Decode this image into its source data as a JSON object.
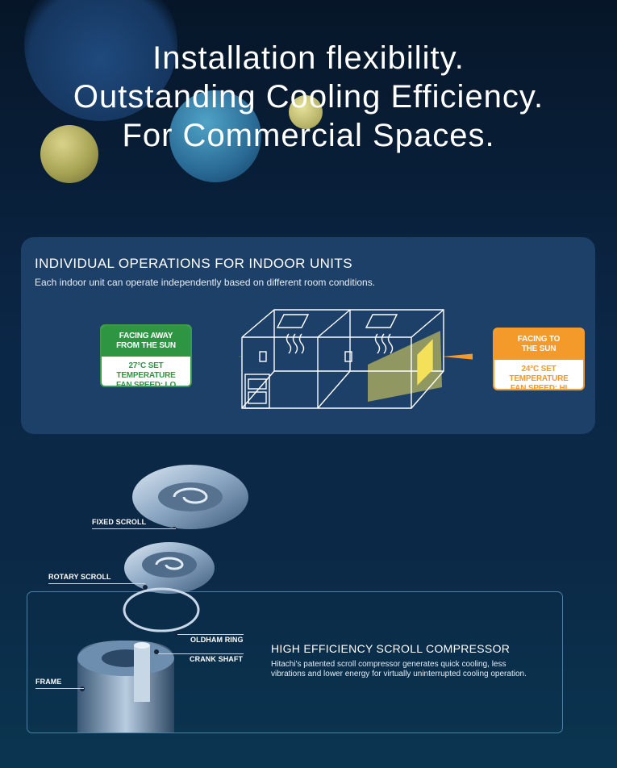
{
  "headline": {
    "line1": "Installation flexibility.",
    "line2": "Outstanding Cooling Efficiency.",
    "line3": "For Commercial Spaces."
  },
  "indoor_section": {
    "title": "INDIVIDUAL OPERATIONS FOR INDOOR UNITS",
    "subtitle": "Each indoor unit can operate independently based on different room conditions.",
    "left_tag": {
      "heading1": "FACING AWAY",
      "heading2": "FROM THE SUN",
      "detail1": "27°C SET TEMPERATURE",
      "detail2": "FAN SPEED: LO"
    },
    "right_tag": {
      "heading1": "FACING TO",
      "heading2": "THE SUN",
      "detail1": "24°C SET TEMPERATURE",
      "detail2": "FAN SPEED: HI"
    }
  },
  "compressor_section": {
    "title": "HIGH EFFICIENCY SCROLL COMPRESSOR",
    "description": "Hitachi's patented scroll compressor generates quick cooling, less vibrations and lower energy for virtually uninterrupted cooling operation.",
    "parts": {
      "fixed_scroll": "FIXED SCROLL",
      "rotary_scroll": "ROTARY SCROLL",
      "oldham_ring": "OLDHAM RING",
      "crank_shaft": "CRANK SHAFT",
      "frame": "FRAME"
    }
  },
  "colors": {
    "green": "#2e9643",
    "orange": "#f39a2a",
    "card": "#1d4068",
    "background": "#0b2747"
  }
}
